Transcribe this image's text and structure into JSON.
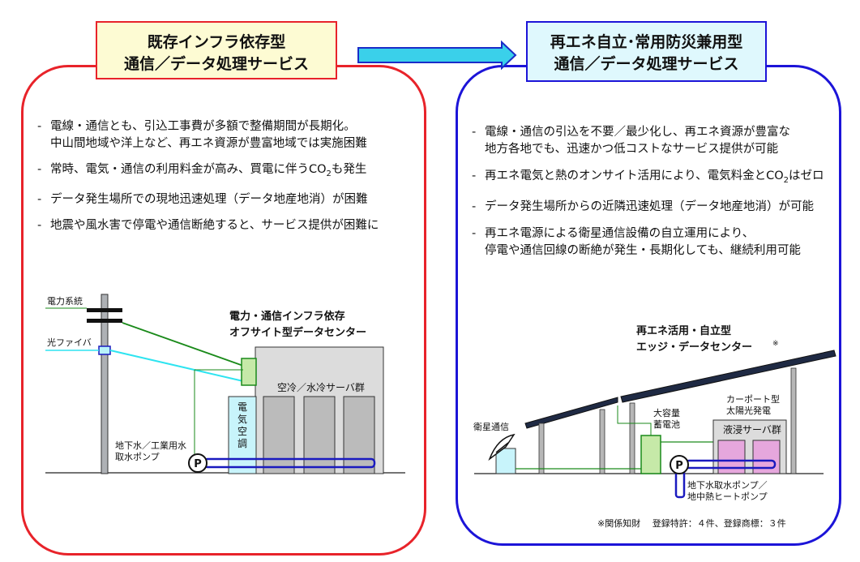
{
  "left": {
    "title_line1": "既存インフラ依存型",
    "title_line2": "通信／データ処理サービス",
    "bullets": [
      {
        "line1": "電線・通信とも、引込工事費が多額で整備期間が長期化。",
        "line2": "中山間地域や洋上など、再エネ資源が豊富地域では実施困難"
      },
      {
        "before": "常時、電気・通信の利用料金が高み、買電に伴うCO",
        "sub": "2",
        "after": "も発生"
      },
      {
        "line1": "データ発生場所での現地迅速処理（データ地産地消）が困難"
      },
      {
        "line1": "地震や風水害で停電や通信断絶すると、サービス提供が困難に"
      }
    ],
    "diagram": {
      "power_label": "電力系統",
      "fiber_label": "光ファイバ",
      "dc_title_line1": "電力・通信インフラ依存",
      "dc_title_line2": "オフサイト型データセンター",
      "server_label": "空冷／水冷サーバ群",
      "ac_label": [
        "電",
        "気",
        "空",
        "調"
      ],
      "pump_symbol": "P",
      "water_line1": "地下水／工業用水",
      "water_line2": "取水ポンプ"
    }
  },
  "right": {
    "title_line1": "再エネ自立･常用防災兼用型",
    "title_line2": "通信／データ処理サービス",
    "bullets": [
      {
        "line1": "電線・通信の引込を不要／最少化し、再エネ資源が豊富な",
        "line2": "地方各地でも、迅速かつ低コストなサービス提供が可能"
      },
      {
        "before": "再エネ電気と熱のオンサイト活用により、電気料金とCO",
        "sub": "2",
        "after": "はゼロ"
      },
      {
        "line1": "データ発生場所からの近隣迅速処理（データ地産地消）が可能"
      },
      {
        "line1": "再エネ電源による衛星通信設備の自立運用により、",
        "line2": "停電や通信回線の断絶が発生・長期化しても、継続利用可能"
      }
    ],
    "diagram": {
      "dc_title_line1": "再エネ活用・自立型",
      "dc_title_line2": "エッジ・データセンター",
      "dc_title_mark": "※",
      "satellite_label": "衛星通信",
      "battery_line1": "大容量",
      "battery_line2": "蓄電池",
      "carport_line1": "カーポート型",
      "carport_line2": "太陽光発電",
      "immersion_label": "液浸サーバ群",
      "pump_symbol": "P",
      "pump_line1": "地下水取水ポンプ／",
      "pump_line2": "地中熱ヒートポンプ"
    },
    "footnote": "※関係知財　 登録特許：４件、登録商標：３件"
  },
  "colors": {
    "left_accent": "#e8232a",
    "right_accent": "#1c14d8",
    "arrow": "#3ad0ea",
    "green_line": "#1a8a1a",
    "fiber": "#2ee4f0"
  }
}
